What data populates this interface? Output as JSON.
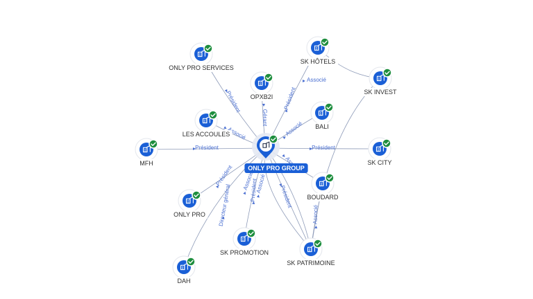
{
  "diagram": {
    "center": {
      "id": "onlypro",
      "label": "ONLY PRO GROUP"
    },
    "nodes": [
      {
        "id": "onlyproservices",
        "label": "ONLY PRO SERVICES"
      },
      {
        "id": "skhotels",
        "label": "SK HÔTELS"
      },
      {
        "id": "opxb2i",
        "label": "OPXB2I"
      },
      {
        "id": "skinvest",
        "label": "SK INVEST"
      },
      {
        "id": "lesaccoules",
        "label": "LES ACCOULES"
      },
      {
        "id": "bali",
        "label": "BALI"
      },
      {
        "id": "mfh",
        "label": "MFH"
      },
      {
        "id": "skcity",
        "label": "SK CITY"
      },
      {
        "id": "boudard",
        "label": "BOUDARD"
      },
      {
        "id": "onlypro",
        "label": "ONLY PRO"
      },
      {
        "id": "skpromotion",
        "label": "SK PROMOTION"
      },
      {
        "id": "skpatrimoine",
        "label": "SK PATRIMOINE"
      },
      {
        "id": "dah",
        "label": "DAH"
      }
    ],
    "edges": [
      {
        "from": "center",
        "to": "onlyproservices",
        "label": "Président"
      },
      {
        "from": "center",
        "to": "opxb2i",
        "label": "Gérant"
      },
      {
        "from": "center",
        "to": "skhotels",
        "label": "Président"
      },
      {
        "from": "skhotels",
        "to": "skinvest",
        "label": "Associé"
      },
      {
        "from": "center",
        "to": "lesaccoules",
        "label": "Associé"
      },
      {
        "from": "center",
        "to": "bali",
        "label": "Associé"
      },
      {
        "from": "mfh",
        "to": "center",
        "label": "Président"
      },
      {
        "from": "center",
        "to": "skcity",
        "label": "Président"
      },
      {
        "from": "center",
        "to": "boudard",
        "label": "Associé"
      },
      {
        "from": "center",
        "to": "onlypro",
        "label": "Président"
      },
      {
        "from": "center",
        "to": "skpromotion",
        "label": "Président"
      },
      {
        "from": "center",
        "to": "skpatrimoine",
        "label": "Président"
      },
      {
        "from": "center",
        "to": "dah",
        "label": "Directeur général"
      },
      {
        "from": "skpatrimoine",
        "to": "boudard",
        "label": "Associé"
      },
      {
        "from": "center",
        "to": "skpatrimoine",
        "label": "Associé"
      },
      {
        "from": "skinvest",
        "to": "skpatrimoine",
        "label": ""
      },
      {
        "from": "center",
        "to": "skpatrimoine",
        "label": "Associé"
      }
    ],
    "colors": {
      "edge": "#8e9bb8",
      "edge_label": "#4a6fd1",
      "icon": "#1a5fd6",
      "badge": "#1e8e3e",
      "center": "#1a5fd6"
    },
    "icons": {
      "node": "building-icon",
      "badge": "check-badge-icon"
    }
  }
}
